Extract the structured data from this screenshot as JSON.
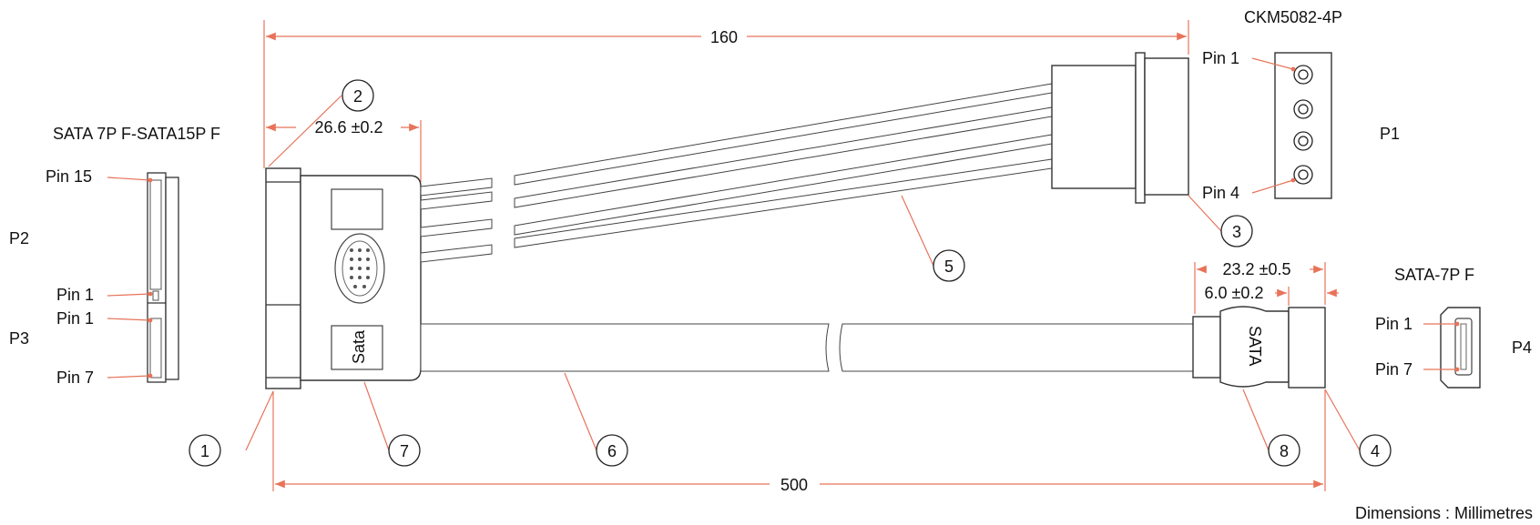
{
  "part_number": "CKM5082-4P",
  "left_label": "SATA 7P F-SATA15P F",
  "right_label": "SATA-7P F",
  "units_note": "Dimensions : Millimetres",
  "dimensions": {
    "overall_top": "160",
    "left_head": "26.6 ±0.2",
    "right_head": "23.2 ±0.5",
    "right_tip": "6.0 ±0.2",
    "overall_bottom": "500"
  },
  "connectors": {
    "p1": "P1",
    "p2": "P2",
    "p3": "P3",
    "p4": "P4"
  },
  "pins": {
    "p1_top": "Pin 1",
    "p1_bottom": "Pin 4",
    "p2_top": "Pin 15",
    "p2_bottom": "Pin 1",
    "p3_top": "Pin 1",
    "p3_bottom": "Pin 7",
    "p4_top": "Pin 1",
    "p4_bottom": "Pin 7"
  },
  "callouts": [
    "1",
    "2",
    "3",
    "4",
    "5",
    "6",
    "7",
    "8"
  ],
  "markings": {
    "left_mold": "Sata",
    "right_mold": "SATA"
  }
}
